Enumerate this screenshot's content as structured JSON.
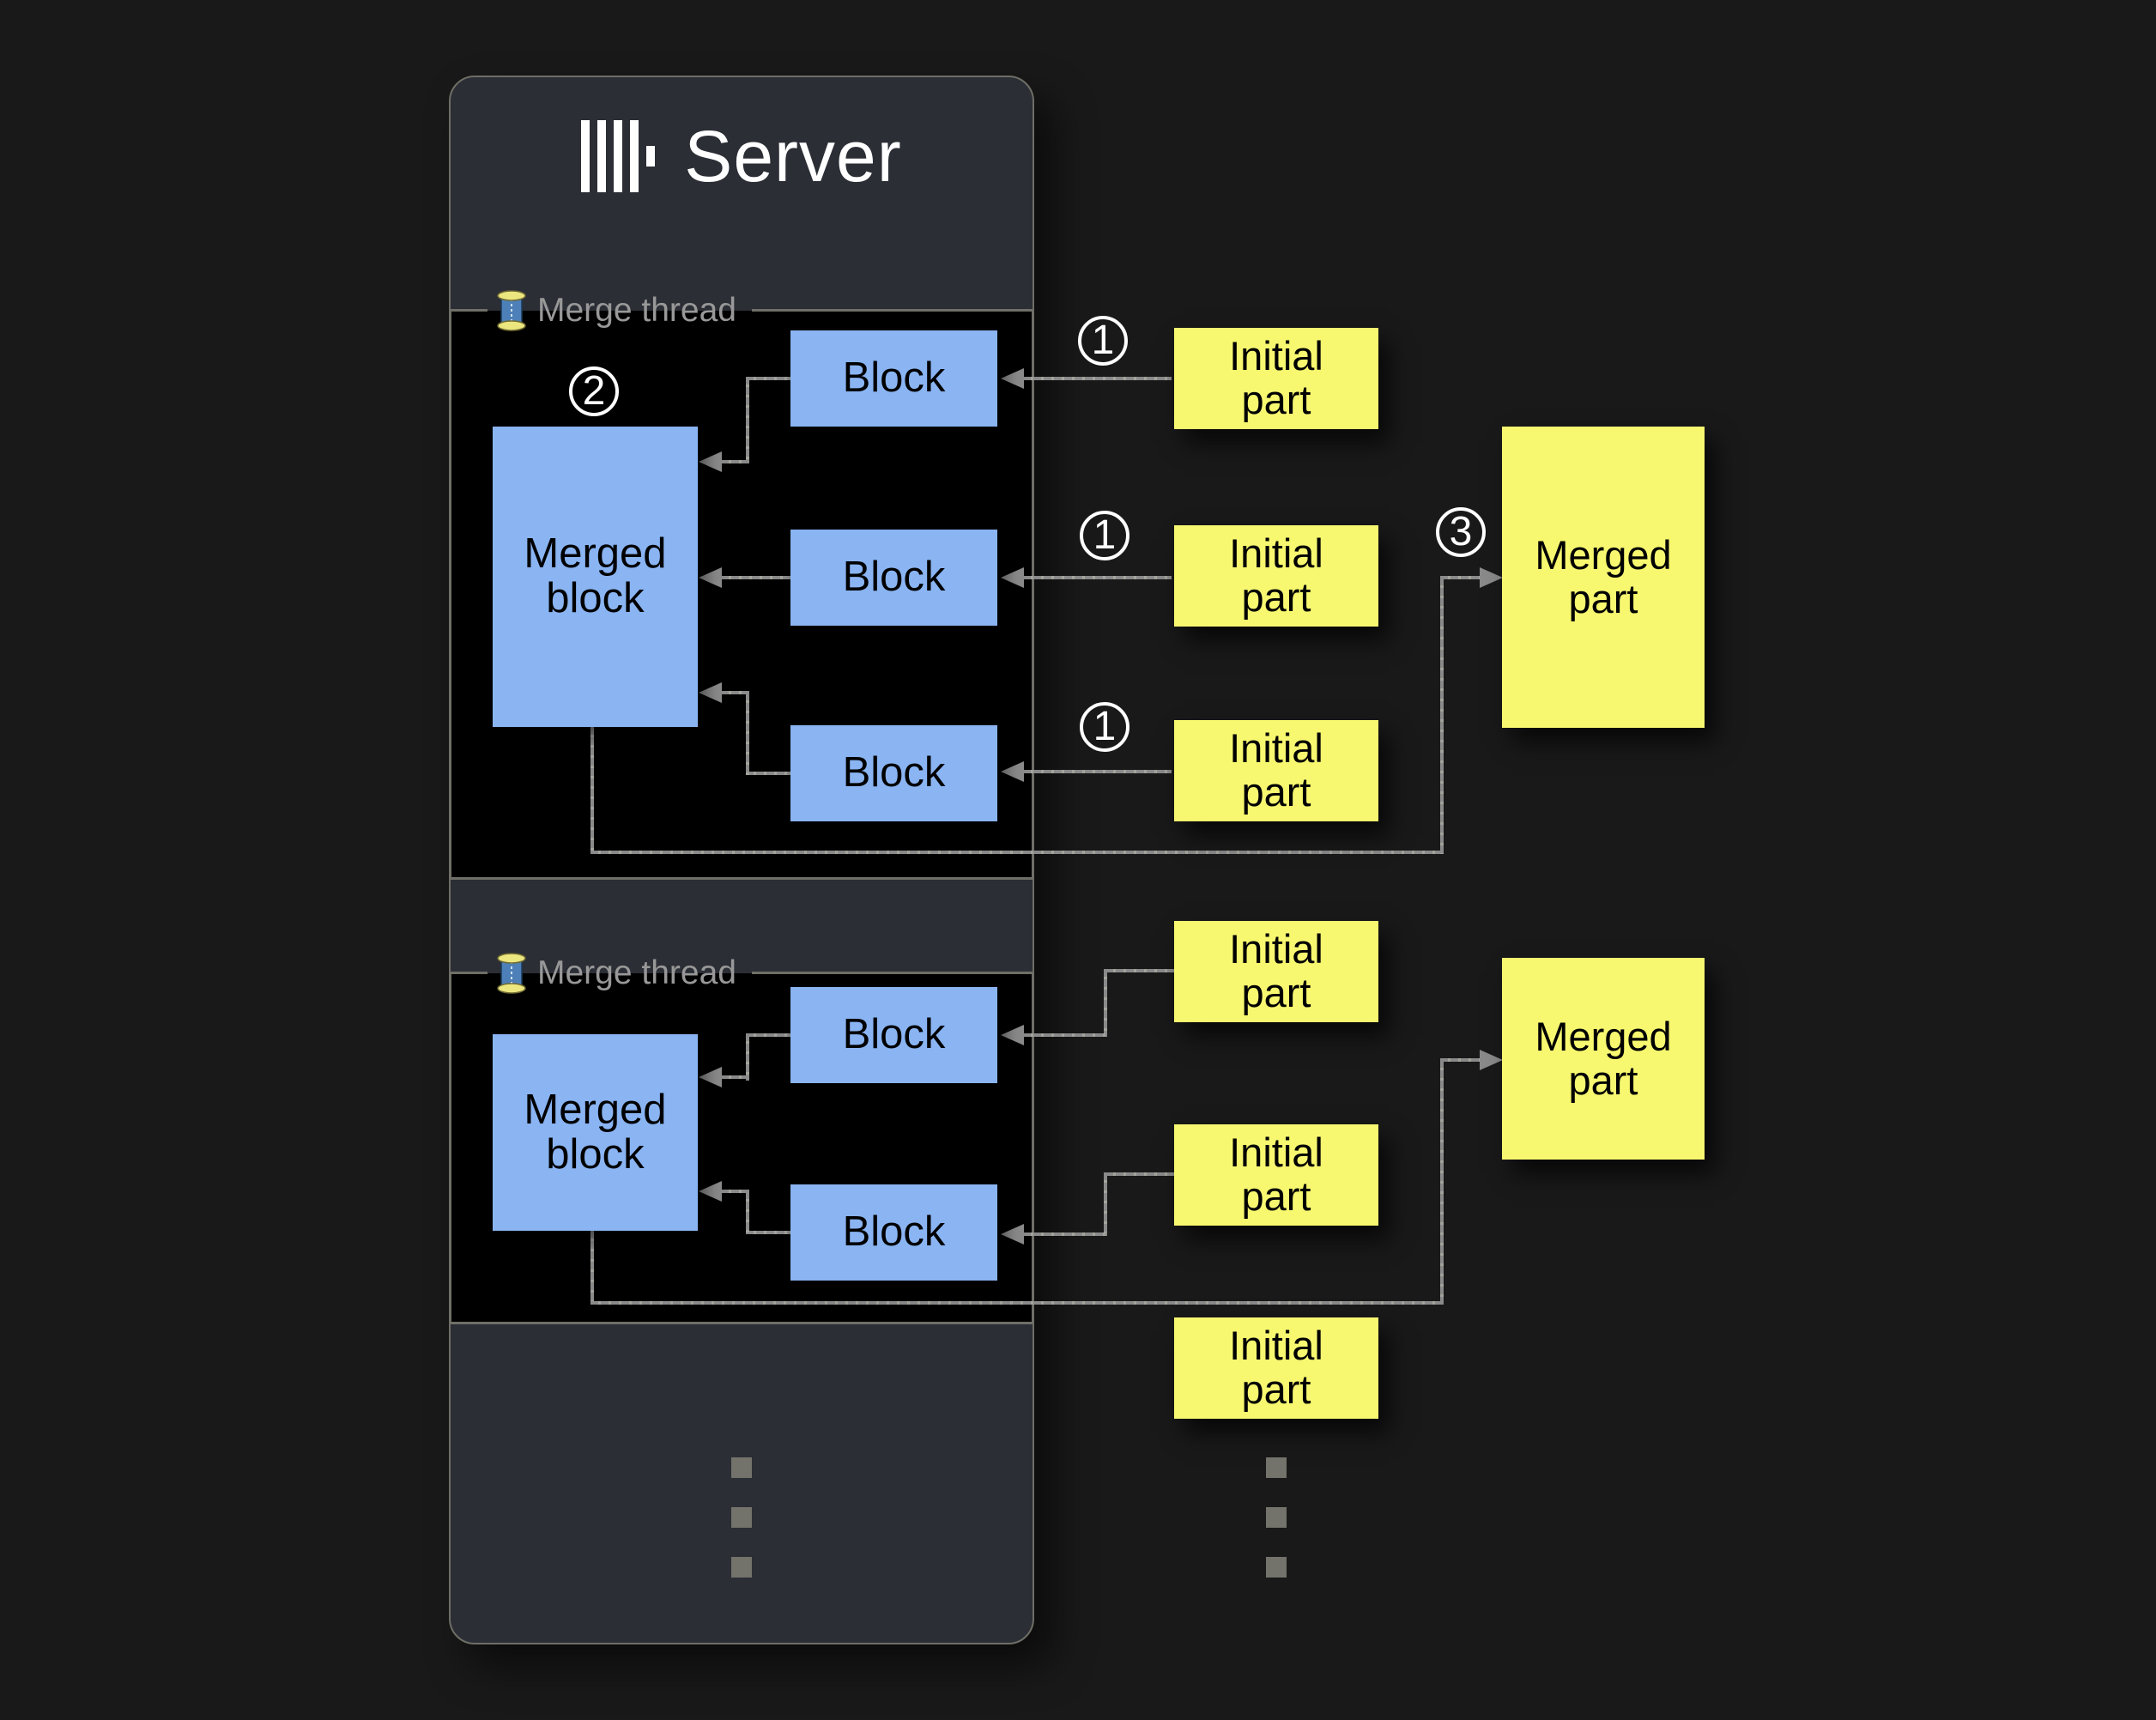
{
  "server": {
    "title": "Server",
    "logo_icon": "clickhouse-bars-logo",
    "ellipsis_dot_count": 3
  },
  "threads": [
    {
      "label": "Merge thread",
      "icon": "thread-spool-icon",
      "merged_block_label": "Merged block",
      "block_labels": [
        "Block",
        "Block",
        "Block"
      ]
    },
    {
      "label": "Merge thread",
      "icon": "thread-spool-icon",
      "merged_block_label": "Merged block",
      "block_labels": [
        "Block",
        "Block"
      ]
    }
  ],
  "parts": {
    "initial_part_label": "Initial part",
    "merged_part_label": "Merged part",
    "initial_part_count": 6,
    "merged_part_count": 2,
    "ellipsis_dot_count": 3
  },
  "badges": {
    "step1": "1",
    "step2": "2",
    "step3": "3"
  },
  "colors": {
    "page_bg": "#191919",
    "server_bg": "#2b2e35",
    "panel_bg": "#000000",
    "block_fill": "#8ab4f2",
    "part_fill": "#f7f870",
    "line_gray": "#8a8a8a",
    "label_gray": "#989898",
    "title_white": "#ffffff"
  }
}
